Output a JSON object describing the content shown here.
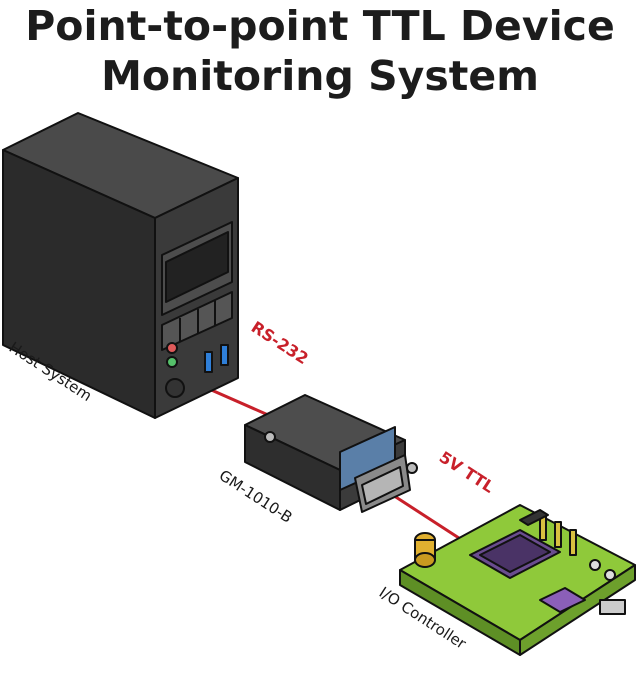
{
  "title": {
    "line1": "Point-to-point TTL Device",
    "line2": "Monitoring System"
  },
  "labels": {
    "host": "Host System",
    "adapter": "GM-1010-B",
    "controller": "I/O Controller"
  },
  "connections": {
    "rs232": "RS-232",
    "ttl": "5V TTL"
  },
  "colors": {
    "link": "#c8202a",
    "tower": "#2b2b2b",
    "pcb": "#8fc93a",
    "chip": "#6a4d8f"
  }
}
